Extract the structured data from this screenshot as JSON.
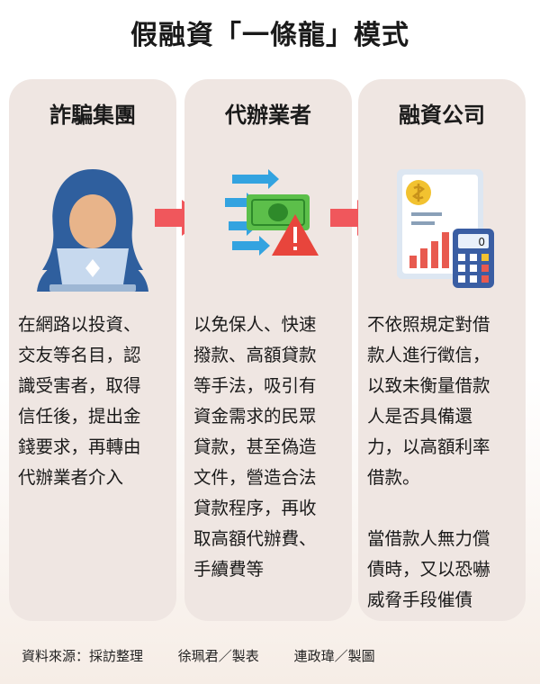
{
  "title": "假融資「一條龍」模式",
  "columns": [
    {
      "heading": "詐騙集團",
      "icon": "hooded-hacker-icon",
      "text": "在網路以投資、\n交友等名目，認\n識受害者，取得\n信任後，提出金\n錢要求，再轉由\n代辦業者介入"
    },
    {
      "heading": "代辦業者",
      "icon": "money-warning-icon",
      "text": "以免保人、快速\n撥款、高額貸款\n等手法，吸引有\n資金需求的民眾\n貸款，甚至偽造\n文件，營造合法\n貸款程序，再收\n取高額代辦費、\n手續費等"
    },
    {
      "heading": "融資公司",
      "icon": "finance-calculator-icon",
      "text": "不依照規定對借\n款人進行徵信，\n以致未衡量借款\n人是否具備還\n力，以高額利率\n借款。\n\n當借款人無力償\n債時，又以恐嚇\n威脅手段催債"
    }
  ],
  "flow_arrows": [
    "arrow-right-icon",
    "arrow-right-icon"
  ],
  "footer": {
    "source": "資料來源：採訪整理",
    "table_by": "徐珮君／製表",
    "chart_by": "連政瑋／製圖"
  },
  "colors": {
    "card_background": "#efe6e2",
    "arrow": "#f0575c",
    "hacker_blue": "#2f5f9e",
    "money_green": "#5cbf4a",
    "warning_red": "#e8453c",
    "chart_red": "#e85a4f",
    "calculator_blue": "#3a5ea3"
  }
}
